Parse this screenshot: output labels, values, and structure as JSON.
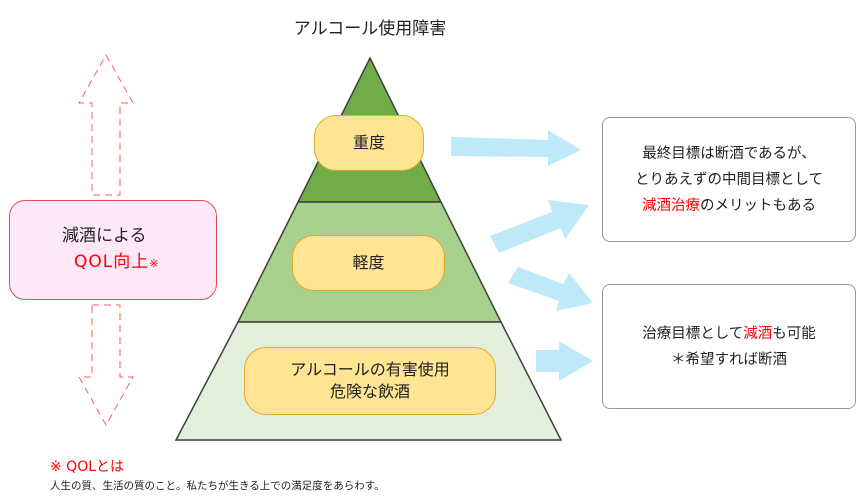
{
  "title": "アルコール使用障害",
  "pyramid": {
    "top": "重度",
    "middle": "軽度",
    "bottom_line1": "アルコールの有害使用",
    "bottom_line2": "危険な飲酒"
  },
  "left_box": {
    "line1": "減酒による",
    "line2": "QOL向上",
    "mark": "※"
  },
  "box_a": {
    "line1": "最終目標は断酒であるが、",
    "line2": "とりあえずの中間目標として",
    "line3_red": "減酒治療",
    "line3_rest": "のメリットもある"
  },
  "box_b": {
    "line1_a": "治療目標として",
    "line1_red": "減酒",
    "line1_b": "も可能",
    "line2": "＊希望すれば断酒"
  },
  "footnote": {
    "heading": "※ QOLとは",
    "text": "人生の質、生活の質のこと。私たちが生きる上での満足度をあらわす。"
  },
  "colors": {
    "pyramid_top": "#70ad47",
    "pyramid_middle": "#a9d18e",
    "pyramid_bottom": "#e2efda",
    "pill_fill": "#ffe593",
    "arrow_blue": "#bde9f8",
    "accent_red": "#ff0000"
  }
}
